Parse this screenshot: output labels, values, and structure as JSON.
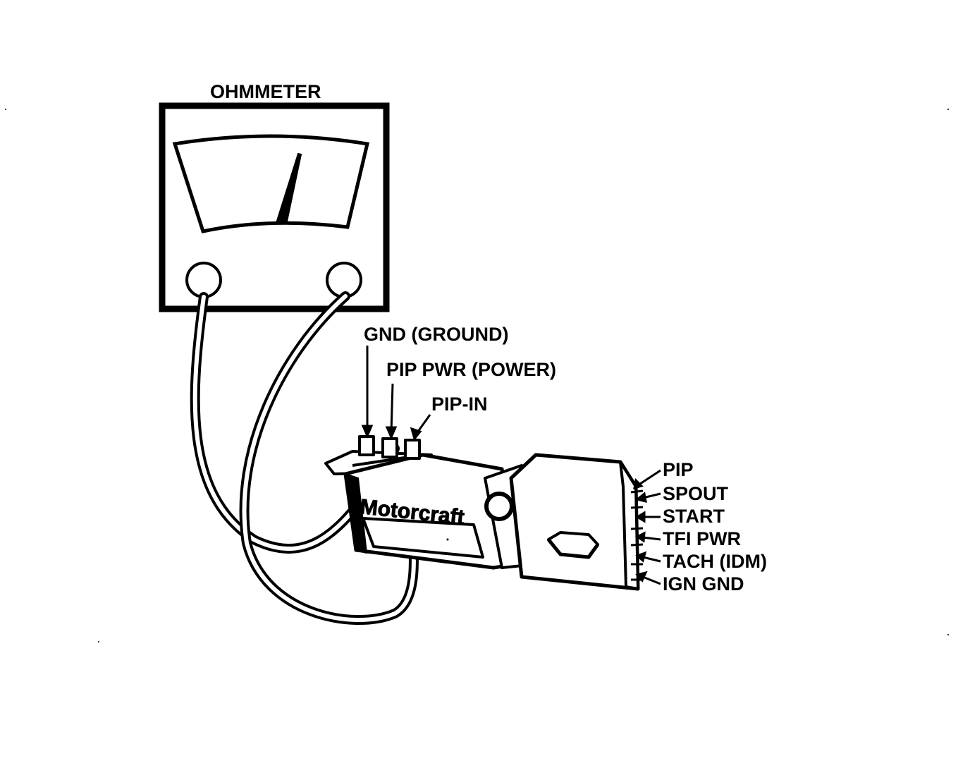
{
  "meter": {
    "title": "OHMMETER"
  },
  "module": {
    "brand": "Motorcraft"
  },
  "top_terminals": [
    {
      "label": "GND (GROUND)"
    },
    {
      "label": "PIP PWR (POWER)"
    },
    {
      "label": "PIP-IN"
    }
  ],
  "side_pins": [
    {
      "label": "PIP"
    },
    {
      "label": "SPOUT"
    },
    {
      "label": "START"
    },
    {
      "label": "TFI PWR"
    },
    {
      "label": "TACH (IDM)"
    },
    {
      "label": "IGN GND"
    }
  ],
  "colors": {
    "ink": "#000000",
    "paper": "#ffffff"
  }
}
